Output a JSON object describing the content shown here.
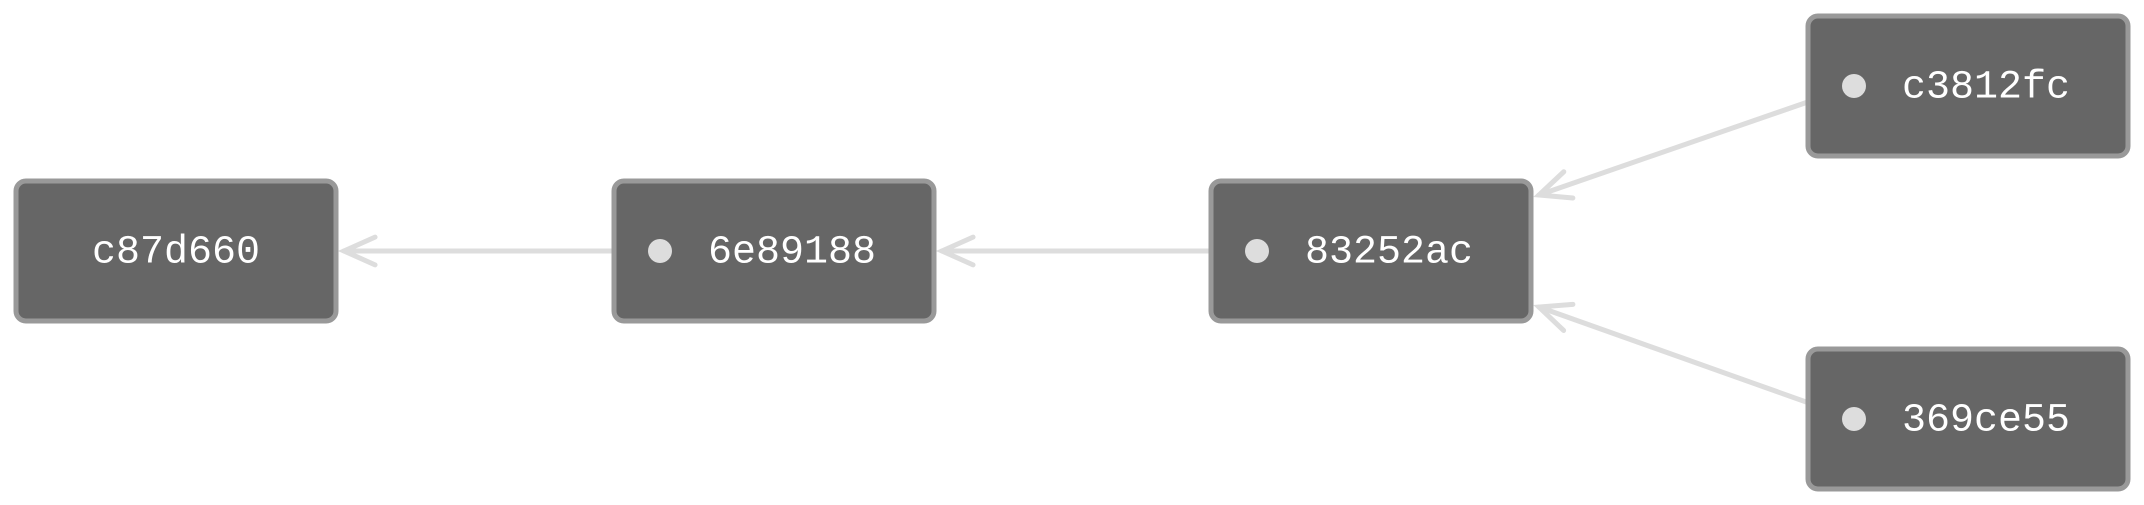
{
  "colors": {
    "node_fill": "#666666",
    "node_border": "#999999",
    "edge": "#dddddd",
    "text": "#ffffff",
    "background": "#ffffff"
  },
  "nodes": [
    {
      "id": "c87d660",
      "label": "c87d660"
    },
    {
      "id": "6e89188",
      "label": "6e89188"
    },
    {
      "id": "83252ac",
      "label": "83252ac"
    },
    {
      "id": "c3812fc",
      "label": "c3812fc"
    },
    {
      "id": "369ce55",
      "label": "369ce55"
    }
  ],
  "edges": [
    {
      "from": "6e89188",
      "to": "c87d660"
    },
    {
      "from": "83252ac",
      "to": "6e89188"
    },
    {
      "from": "c3812fc",
      "to": "83252ac"
    },
    {
      "from": "369ce55",
      "to": "83252ac"
    }
  ]
}
